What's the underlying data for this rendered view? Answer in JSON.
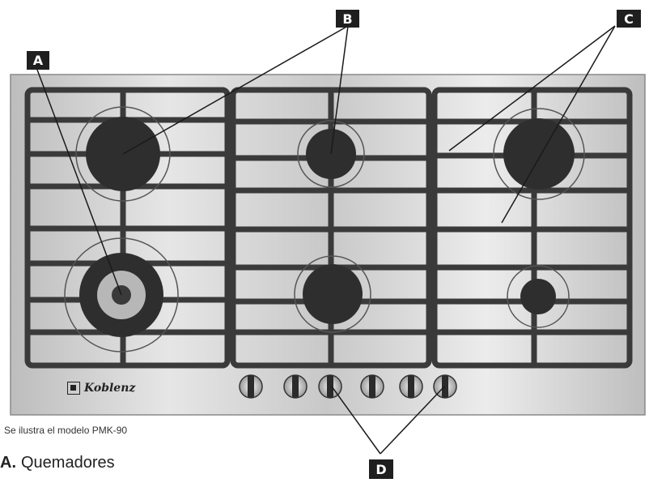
{
  "labels": {
    "a": "A",
    "b": "B",
    "c": "C",
    "d": "D"
  },
  "brand": {
    "name": "Koblenz",
    "logo_icon": "koblenz-logo-icon"
  },
  "caption": "Se ilustra el modelo PMK-90",
  "legend": {
    "a_letter": "A.",
    "a_text": "Quemadores"
  },
  "colors": {
    "steel": "#cfcfcf",
    "grate": "#3a3a3a",
    "label_bg": "#1f1f1f"
  }
}
